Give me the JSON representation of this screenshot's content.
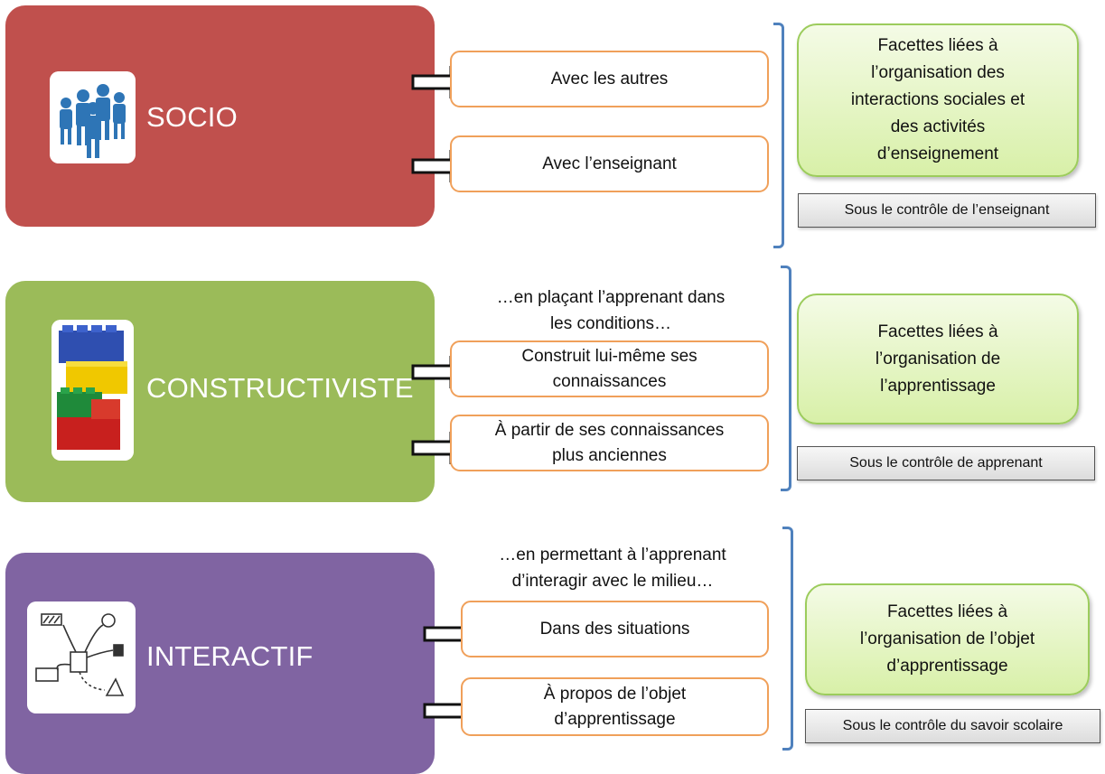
{
  "rows": {
    "socio": {
      "title": "SOCIO",
      "color": "#c0504d",
      "icon": "people-group-icon",
      "items": [
        "Avec les autres",
        "Avec l’enseignant"
      ],
      "facet": {
        "lines": [
          "Facettes liées à",
          "l’organisation des",
          "interactions sociales et",
          "des activités",
          "d’enseignement"
        ]
      },
      "control": "Sous le contrôle de l’enseignant"
    },
    "constructiviste": {
      "title": "CONSTRUCTIVISTE",
      "color": "#9bbb59",
      "icon": "lego-bricks-icon",
      "intro": [
        "…en plaçant l’apprenant dans",
        "les conditions…"
      ],
      "items": [
        [
          "Construit lui-même ses",
          "connaissances"
        ],
        [
          "À partir de ses connaissances",
          "plus anciennes"
        ]
      ],
      "facet": {
        "lines": [
          "Facettes liées à",
          "l’organisation de",
          "l’apprentissage"
        ]
      },
      "control": "Sous le contrôle de apprenant"
    },
    "interactif": {
      "title": "INTERACTIF",
      "color": "#8064a2",
      "icon": "interaction-sketch-icon",
      "intro": [
        "…en permettant à l’apprenant",
        "d’interagir avec le milieu…"
      ],
      "items": [
        [
          "Dans des situations"
        ],
        [
          "À propos de l’objet",
          "d’apprentissage"
        ]
      ],
      "facet": {
        "lines": [
          "Facettes liées à",
          "l’organisation de l’objet",
          "d’apprentissage"
        ]
      },
      "control": "Sous le contrôle du savoir scolaire"
    }
  },
  "colors": {
    "item_border": "#f0a05a",
    "bracket": "#4f81bd",
    "facet_border": "#9ccc5c"
  }
}
